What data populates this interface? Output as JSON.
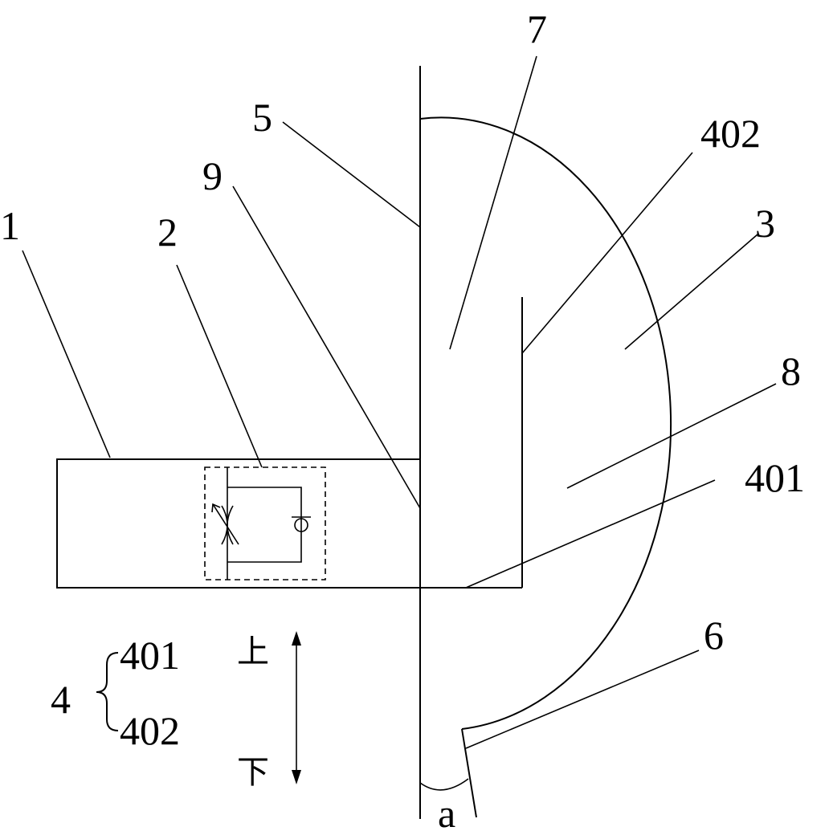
{
  "labels": {
    "n1": "1",
    "n2": "2",
    "n3": "3",
    "n5": "5",
    "n6": "6",
    "n7": "7",
    "n8": "8",
    "n9": "9",
    "n401": "401",
    "n402": "402",
    "angle": "a"
  },
  "legend": {
    "group": "4",
    "item1": "401",
    "item2": "402",
    "up": "上",
    "down": "下"
  }
}
